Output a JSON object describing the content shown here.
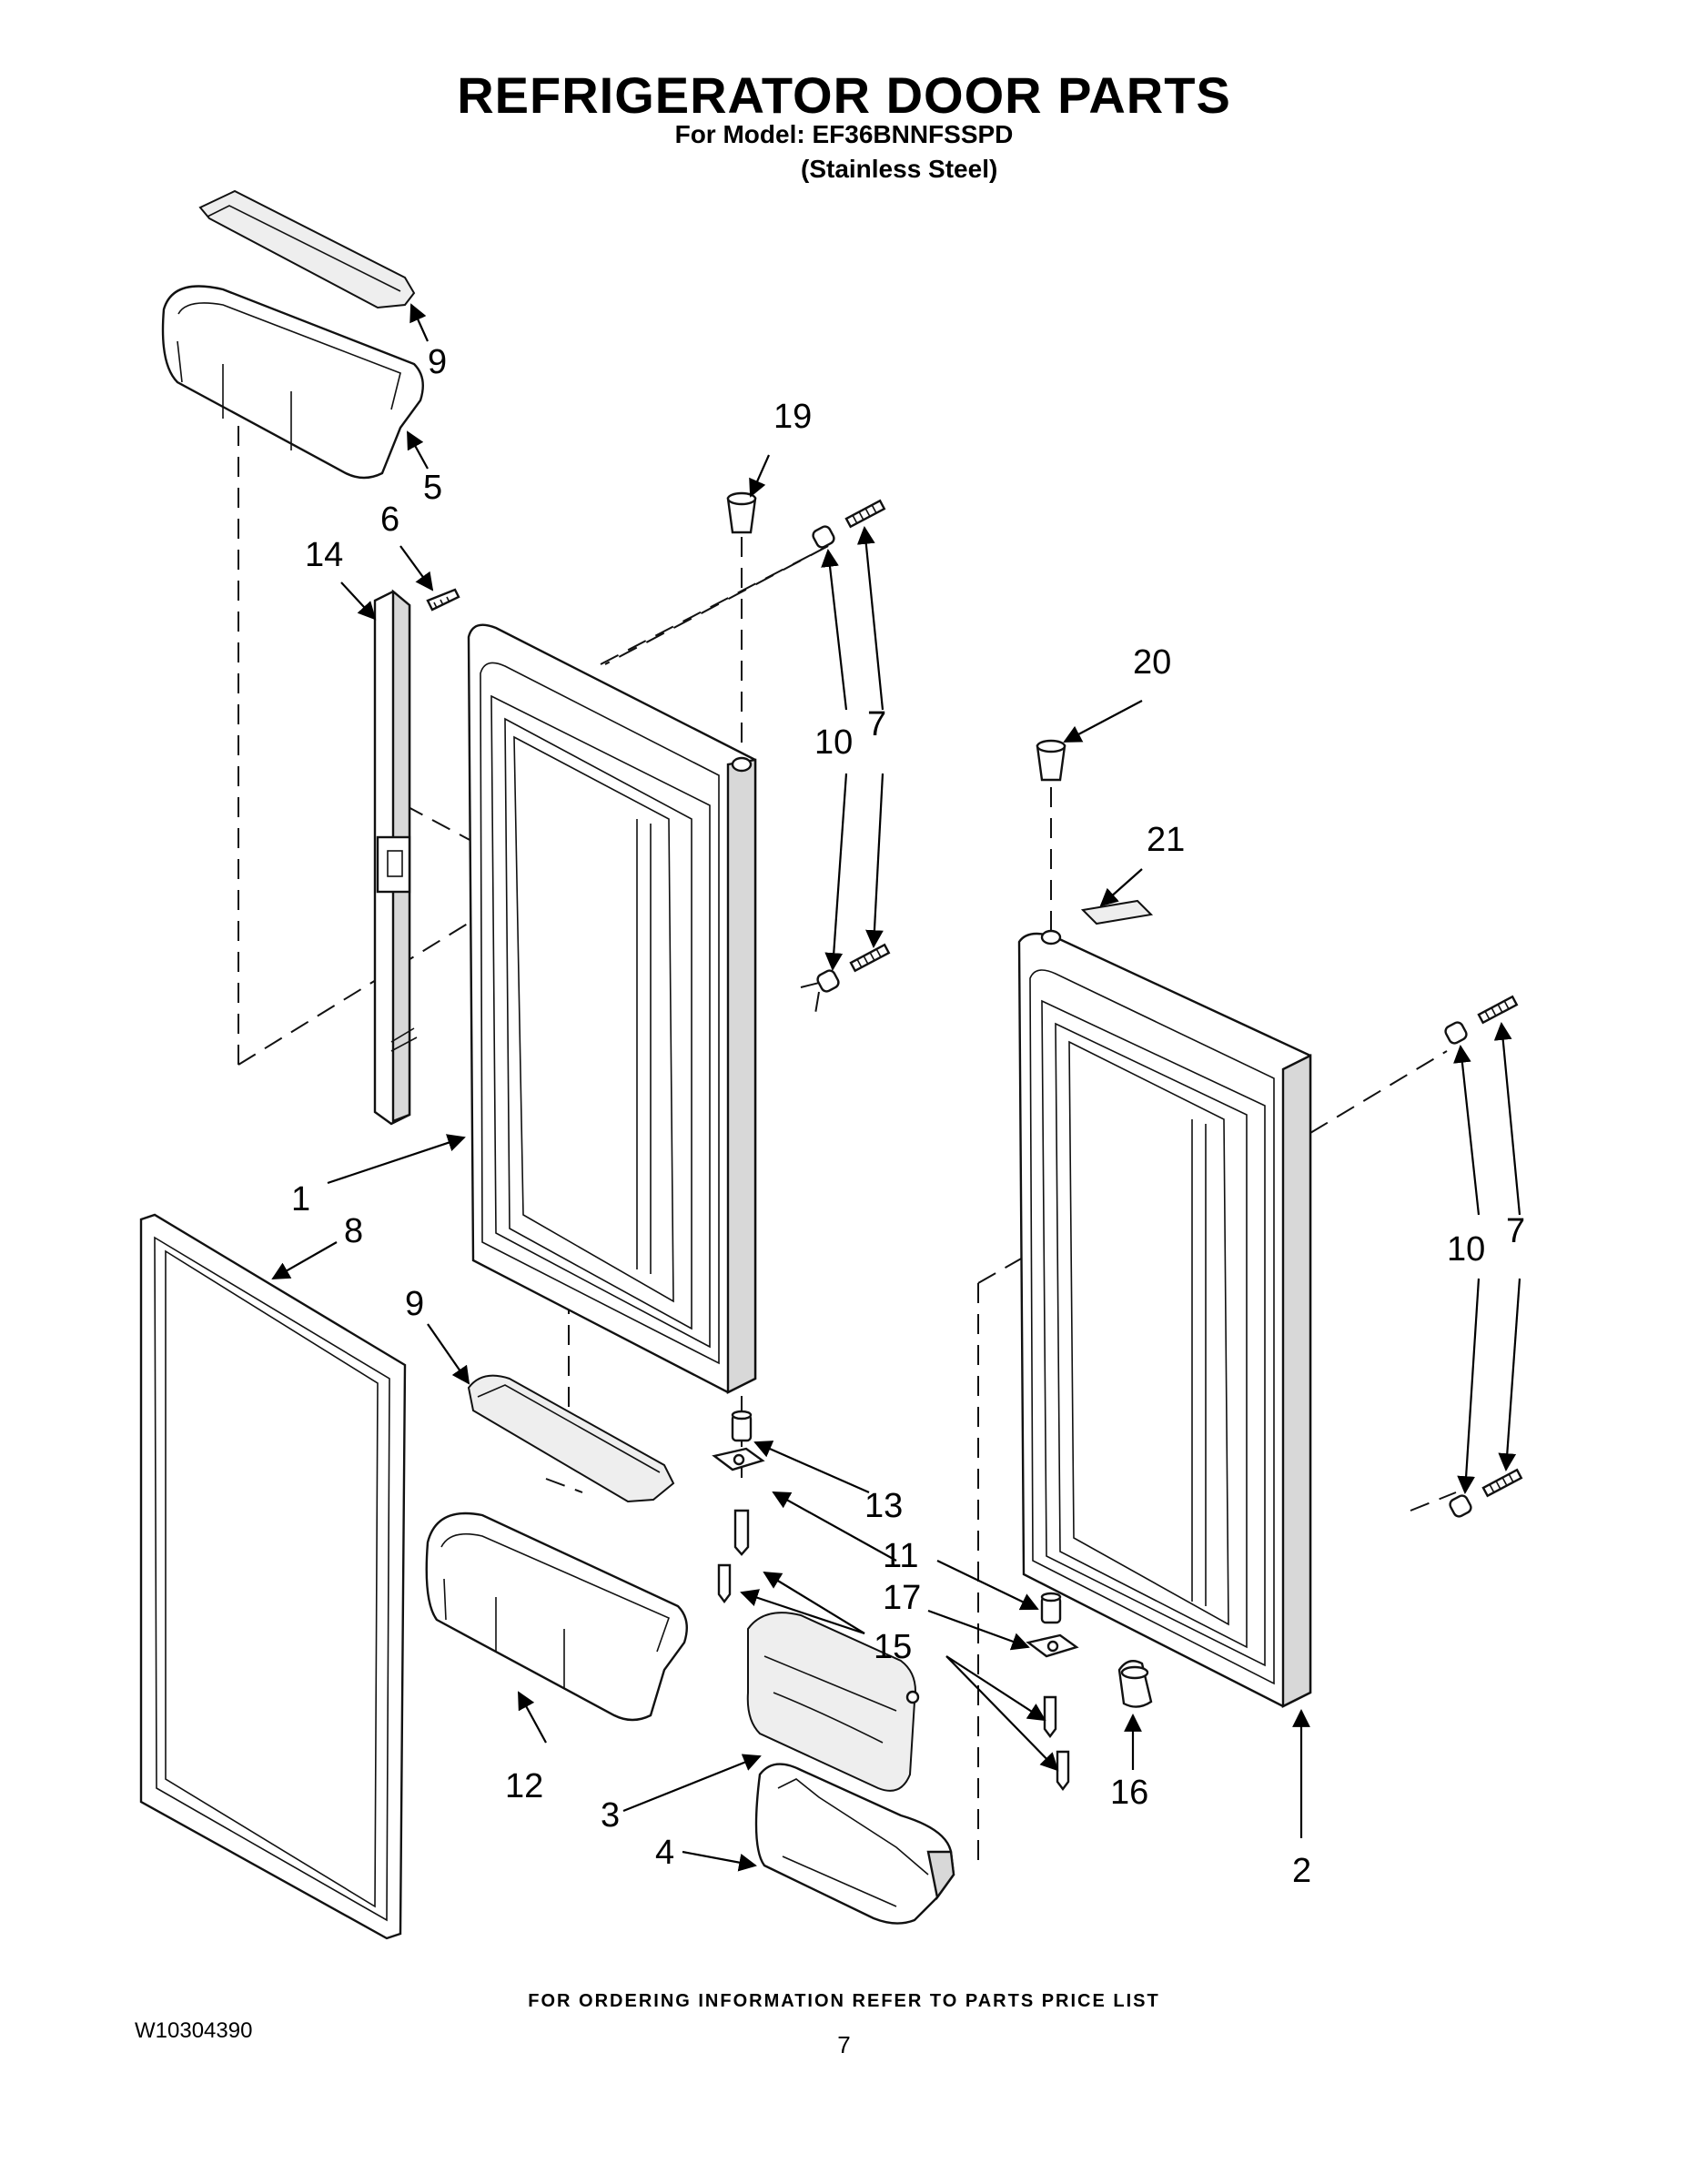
{
  "header": {
    "title": "REFRIGERATOR DOOR PARTS",
    "model_line": "For Model: EF36BNNFSSPD",
    "finish_line": "(Stainless Steel)"
  },
  "footer": {
    "ordering_note": "FOR ORDERING INFORMATION REFER TO PARTS PRICE LIST",
    "document_number": "W10304390",
    "page_number": "7"
  },
  "callouts": {
    "c1": "1",
    "c2": "2",
    "c3": "3",
    "c4": "4",
    "c5": "5",
    "c6": "6",
    "c7a": "7",
    "c7b": "7",
    "c8": "8",
    "c9a": "9",
    "c9b": "9",
    "c10a": "10",
    "c10b": "10",
    "c11": "11",
    "c12": "12",
    "c13": "13",
    "c14": "14",
    "c15": "15",
    "c16": "16",
    "c17": "17",
    "c19": "19",
    "c20": "20",
    "c21": "21"
  }
}
